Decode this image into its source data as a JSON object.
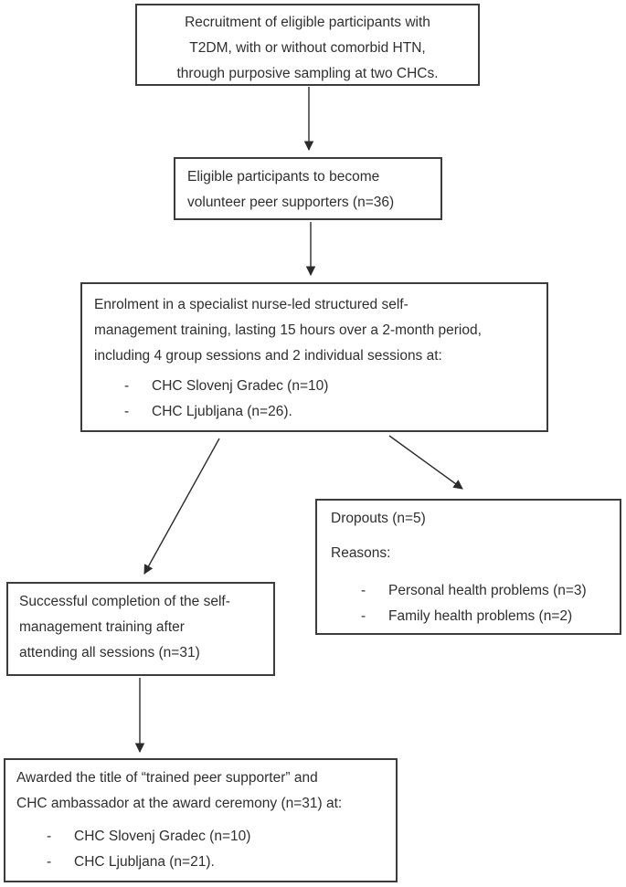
{
  "diagram": {
    "bullet_marker": "-",
    "colors": {
      "border": "#3c3c3c",
      "text": "#2f2f2f",
      "arrow": "#2b2b2b",
      "background": "#ffffff"
    },
    "boxes": {
      "recruitment": {
        "lines": [
          "Recruitment of eligible participants with",
          "T2DM, with or without comorbid HTN,",
          "through purposive sampling at two CHCs."
        ]
      },
      "eligible": {
        "lines": [
          "Eligible participants to become",
          "volunteer peer supporters (n=36)"
        ]
      },
      "enrolment": {
        "lines": [
          "Enrolment in a specialist nurse-led structured self-",
          "management training, lasting 15 hours over a 2-month period,",
          "including 4 group sessions and 2 individual sessions at:"
        ],
        "bullets": [
          "CHC Slovenj Gradec (n=10)",
          "CHC Ljubljana (n=26)."
        ]
      },
      "dropouts": {
        "title": "Dropouts (n=5)",
        "reasons_label": "Reasons:",
        "bullets": [
          "Personal health problems (n=3)",
          "Family health problems (n=2)"
        ]
      },
      "completion": {
        "lines": [
          "Successful completion of the self-",
          "management training after",
          "attending all sessions (n=31)"
        ]
      },
      "awarded": {
        "lines": [
          "Awarded the title of “trained peer supporter” and",
          "CHC ambassador at the award ceremony (n=31) at:"
        ],
        "bullets": [
          "CHC Slovenj Gradec (n=10)",
          "CHC Ljubljana (n=21)."
        ]
      }
    }
  }
}
